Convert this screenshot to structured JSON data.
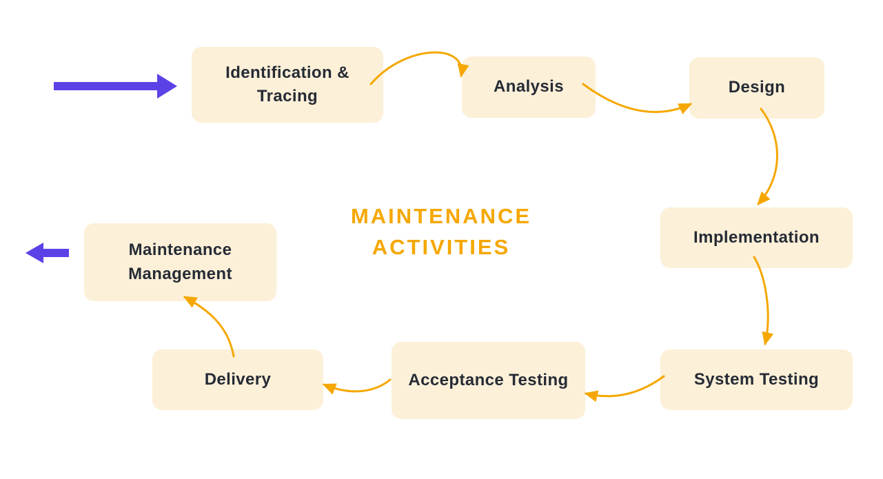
{
  "title": {
    "text": "MAINTENANCE ACTIVITIES"
  },
  "nodes": [
    {
      "id": "identification-tracing",
      "label": "Identification & Tracing"
    },
    {
      "id": "analysis",
      "label": "Analysis"
    },
    {
      "id": "design",
      "label": "Design"
    },
    {
      "id": "implementation",
      "label": "Implementation"
    },
    {
      "id": "system-testing",
      "label": "System Testing"
    },
    {
      "id": "acceptance-testing",
      "label": "Acceptance Testing"
    },
    {
      "id": "delivery",
      "label": "Delivery"
    },
    {
      "id": "maintenance-management",
      "label": "Maintenance Management"
    }
  ],
  "diagram": {
    "type": "flow",
    "edges": [
      {
        "from": "entry-arrow",
        "to": "identification-tracing"
      },
      {
        "from": "identification-tracing",
        "to": "analysis"
      },
      {
        "from": "analysis",
        "to": "design"
      },
      {
        "from": "design",
        "to": "implementation"
      },
      {
        "from": "implementation",
        "to": "system-testing"
      },
      {
        "from": "system-testing",
        "to": "acceptance-testing"
      },
      {
        "from": "acceptance-testing",
        "to": "delivery"
      },
      {
        "from": "delivery",
        "to": "maintenance-management"
      },
      {
        "from": "maintenance-management",
        "to": "exit-arrow"
      }
    ]
  },
  "colors": {
    "background": "#ffffff",
    "node_fill": "#fcf0d8",
    "node_text": "#262b35",
    "connector": "#f5a700",
    "title": "#f5a700",
    "flow_arrow": "#5b42e7"
  }
}
